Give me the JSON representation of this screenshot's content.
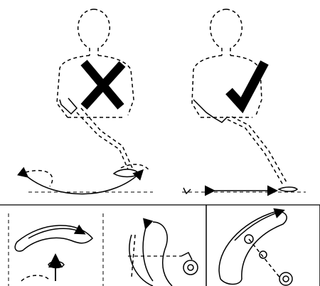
{
  "figure": {
    "panels": [
      {
        "id": "wrong-swing",
        "mark": "cross",
        "icon": "cross-mark-icon"
      },
      {
        "id": "correct-swing",
        "mark": "check",
        "icon": "check-mark-icon"
      }
    ],
    "bottom_panels": [
      {
        "id": "arc-sweep-detail"
      },
      {
        "id": "side-sweep-detail"
      },
      {
        "id": "diagonal-sweep-detail"
      }
    ],
    "colors": {
      "ink": "#000000",
      "background": "#ffffff"
    }
  }
}
